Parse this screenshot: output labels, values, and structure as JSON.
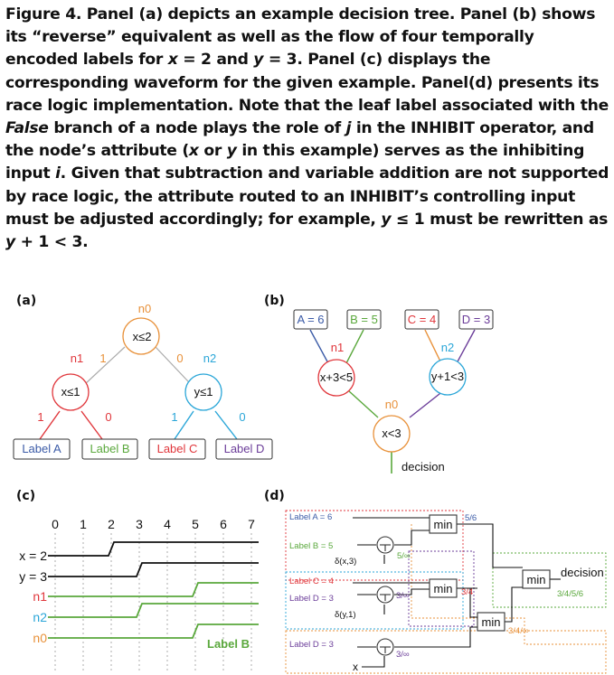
{
  "caption": {
    "t1": "Figure 4. Panel (a) depicts an example decision tree. Panel (b) shows its “reverse” equivalent as well as the flow of four temporally encoded labels for ",
    "m1": "x",
    "t2": " = 2 and ",
    "m2": "y",
    "t3": " = 3. Panel (c) displays the corresponding waveform for the given example. Panel(d) presents its race logic implementation. Note that the leaf label associated with the ",
    "m3": "False",
    "t4": " branch of a node plays the role of ",
    "m4": "j",
    "t5": " in the INHIBIT operator, and the node’s attribute (",
    "m5": "x",
    "t6": " or ",
    "m6": "y",
    "t7": " in this example) serves as the inhibiting input ",
    "m7": "i",
    "t8": ". Given that subtraction and variable addition are not supported by race logic, the attribute routed to an INHIBIT’s controlling input must be adjusted accordingly; for example, ",
    "m8": "y",
    "t9": " ≤ 1 must be rewritten as ",
    "m9": "y",
    "t10": " + 1 < 3."
  },
  "colors": {
    "red": "#e0363b",
    "orange": "#e8913a",
    "blue": "#2aa6d8",
    "green": "#5aa83c",
    "purple": "#6b3d99",
    "label_a": "#3b5ba7"
  },
  "panel_a": {
    "label": "(a)",
    "n0": {
      "name": "n0",
      "cond": "x≤2"
    },
    "n1": {
      "name": "n1",
      "cond": "x≤1"
    },
    "n2": {
      "name": "n2",
      "cond": "y≤1"
    },
    "edge_n0_true": "1",
    "edge_n0_false": "0",
    "edge_n1_true": "1",
    "edge_n1_false": "0",
    "edge_n2_true": "1",
    "edge_n2_false": "0",
    "leaves": [
      "Label A",
      "Label B",
      "Label C",
      "Label D"
    ]
  },
  "panel_b": {
    "label": "(b)",
    "inputs": [
      "A = 6",
      "B = 5",
      "C = 4",
      "D = 3"
    ],
    "n1": {
      "name": "n1",
      "cond": "x+3<5"
    },
    "n2": {
      "name": "n2",
      "cond": "y+1<3"
    },
    "n0": {
      "name": "n0",
      "cond": "x<3"
    },
    "output": "decision"
  },
  "panel_c": {
    "label": "(c)",
    "ticks": [
      "0",
      "1",
      "2",
      "3",
      "4",
      "5",
      "6",
      "7"
    ],
    "rows": [
      "x = 2",
      "y = 3",
      "n1",
      "n2",
      "n0"
    ],
    "rise_times": [
      2,
      3,
      5,
      3,
      5
    ],
    "annotation": "Label B"
  },
  "panel_d": {
    "label": "(d)",
    "label_a": "Label A = 6",
    "label_b": "Label B = 5",
    "delta_x3": "δ(x,3)",
    "label_c": "Label C = 4",
    "label_d": "Label D = 3",
    "delta_y1": "δ(y,1)",
    "label_d2": "Label D = 3",
    "x_input": "x",
    "min1": "min",
    "min2": "min",
    "min3": "min",
    "min4": "min",
    "t_5inf": "5/∞",
    "t_56": "5/6",
    "t_3inf_a": "3/∞",
    "t_34": "3/4",
    "t_3inf_b": "3/∞",
    "t_34inf": "3/4/∞",
    "decision": "decision",
    "t_3456": "3/4/5/6"
  }
}
